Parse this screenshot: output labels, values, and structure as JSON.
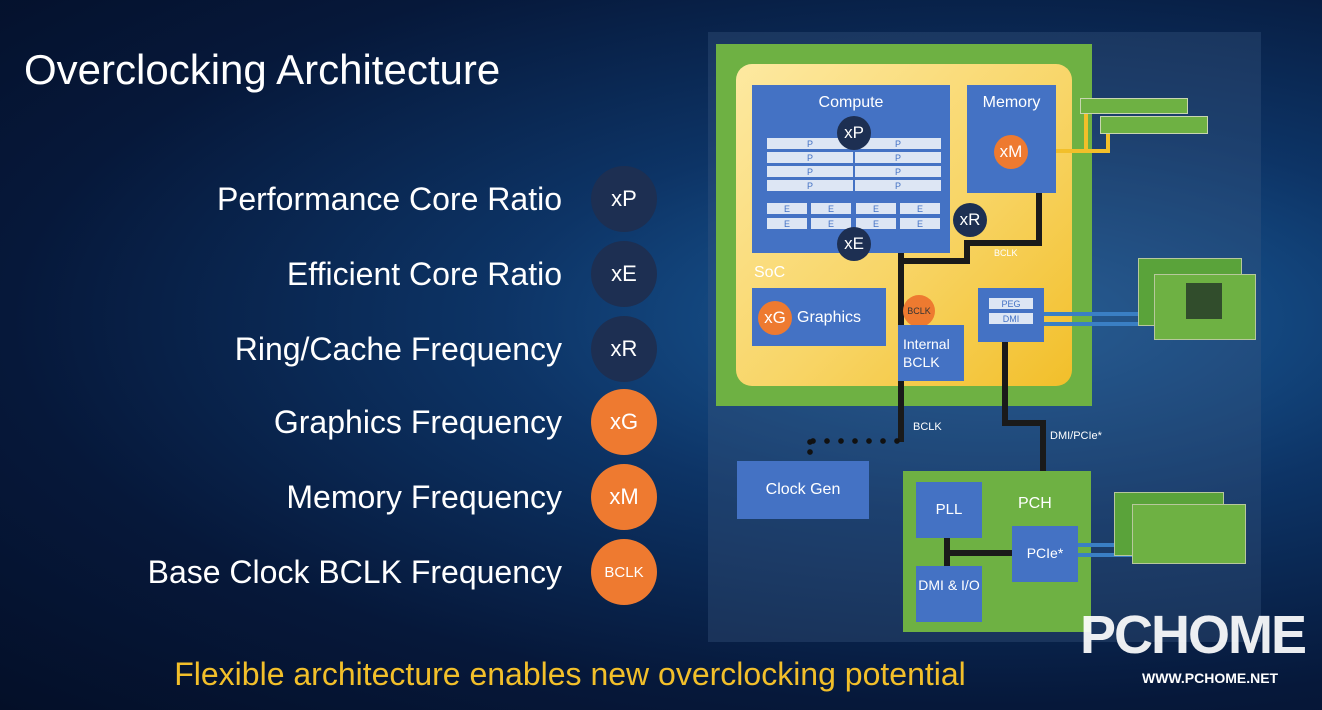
{
  "title": "Overclocking Architecture",
  "legend": [
    {
      "label": "Performance Core Ratio",
      "badge": "xP",
      "color": "#1d2f52"
    },
    {
      "label": "Efficient Core Ratio",
      "badge": "xE",
      "color": "#1d2f52"
    },
    {
      "label": "Ring/Cache Frequency",
      "badge": "xR",
      "color": "#1d2f52"
    },
    {
      "label": "Graphics Frequency",
      "badge": "xG",
      "color": "#ee7a30"
    },
    {
      "label": "Memory Frequency",
      "badge": "xM",
      "color": "#ee7a30"
    },
    {
      "label": "Base Clock BCLK Frequency",
      "badge": "BCLK",
      "color": "#ee7a30"
    }
  ],
  "diagram": {
    "compute": "Compute",
    "p_core": "P",
    "e_core": "E",
    "memory": "Memory",
    "soc": "SoC",
    "graphics": "Graphics",
    "internal_bclk": "Internal BCLK",
    "peg": "PEG",
    "dmi": "DMI",
    "bclk_label": "BCLK",
    "dmi_pcie": "DMI/PCIe*",
    "clock_gen": "Clock Gen",
    "pll": "PLL",
    "pch": "PCH",
    "pcie": "PCIe*",
    "dmi_io": "DMI & I/O",
    "xP": "xP",
    "xE": "xE",
    "xR": "xR",
    "xG": "xG",
    "xM": "xM",
    "bclk_badge": "BCLK"
  },
  "footer": "Flexible architecture enables new overclocking potential",
  "watermark": {
    "logo": "PCHOME",
    "url": "WWW.PCHOME.NET"
  },
  "colors": {
    "orange": "#ee7a30",
    "navy": "#1d2f52",
    "yellow": "#f2bf2a",
    "green": "#6eb143",
    "blue": "#4472c4"
  }
}
